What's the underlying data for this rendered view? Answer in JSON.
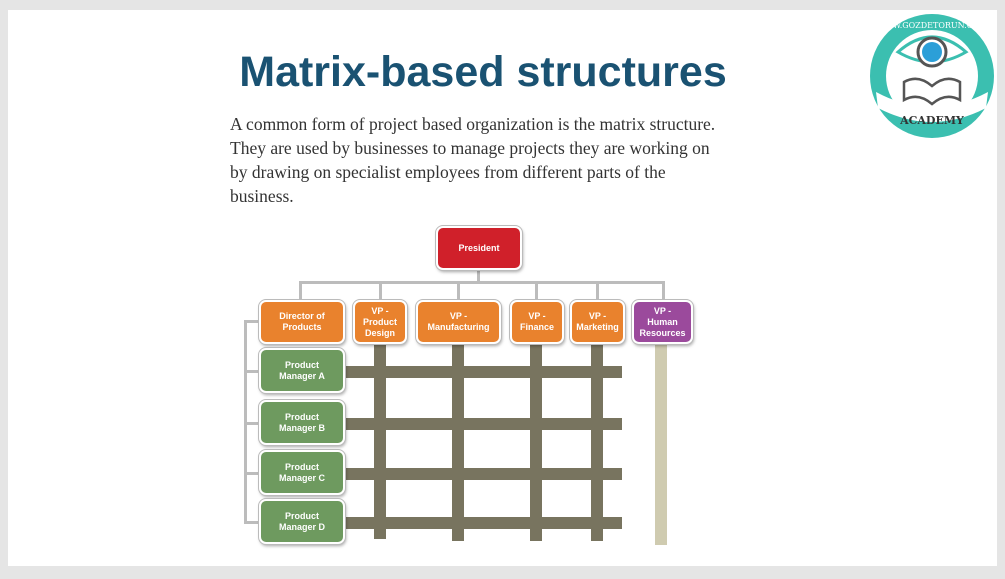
{
  "slide": {
    "title": "Matrix-based structures",
    "body": "A common form of  project based organization is the matrix structure. They are used by businesses to manage projects they are working on by drawing on specialist employees from different parts of the business."
  },
  "logo": {
    "text_top": "WWW.GOZDETORUN.COM",
    "text_bottom": "ACADEMY",
    "color": "#3bbfb0"
  },
  "chart": {
    "president": "President",
    "departments": [
      "Director of\nProducts",
      "VP -\nProduct\nDesign",
      "VP  -\nManufacturing",
      "VP -\nFinance",
      "VP -\nMarketing",
      "VP -\nHuman\nResources"
    ],
    "managers": [
      "Product\nManager A",
      "Product\nManager B",
      "Product\nManager C",
      "Product\nManager D"
    ],
    "colors": {
      "president": "#d0202a",
      "dept": "#e9822d",
      "hr": "#9b4a9c",
      "manager": "#6e9a5f",
      "grid": "#78745f",
      "hr_bar": "#cfcbb0"
    }
  }
}
